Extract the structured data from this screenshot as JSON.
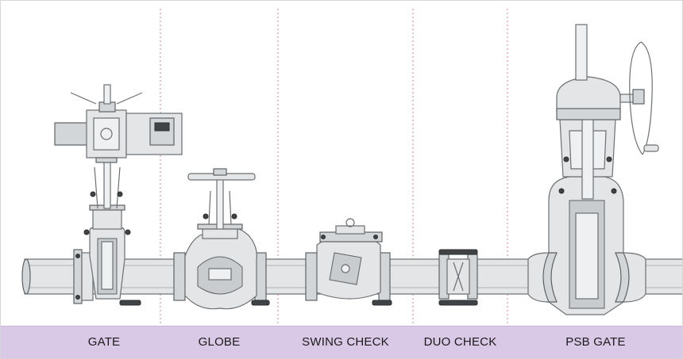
{
  "sections": [
    {
      "key": "gate",
      "label": "GATE"
    },
    {
      "key": "globe",
      "label": "GLOBE"
    },
    {
      "key": "swing_check",
      "label": "SWING CHECK"
    },
    {
      "key": "duo_check",
      "label": "DUO CHECK"
    },
    {
      "key": "psb_gate",
      "label": "PSB GATE"
    }
  ],
  "colors": {
    "label_bar": "#d9c9e6",
    "divider": "#e47a9e",
    "metal": "#e3e5e6",
    "outline": "#6c7073"
  },
  "icons": [
    "gate-valve-icon",
    "globe-valve-icon",
    "swing-check-valve-icon",
    "duo-check-valve-icon",
    "psb-gate-valve-icon"
  ]
}
